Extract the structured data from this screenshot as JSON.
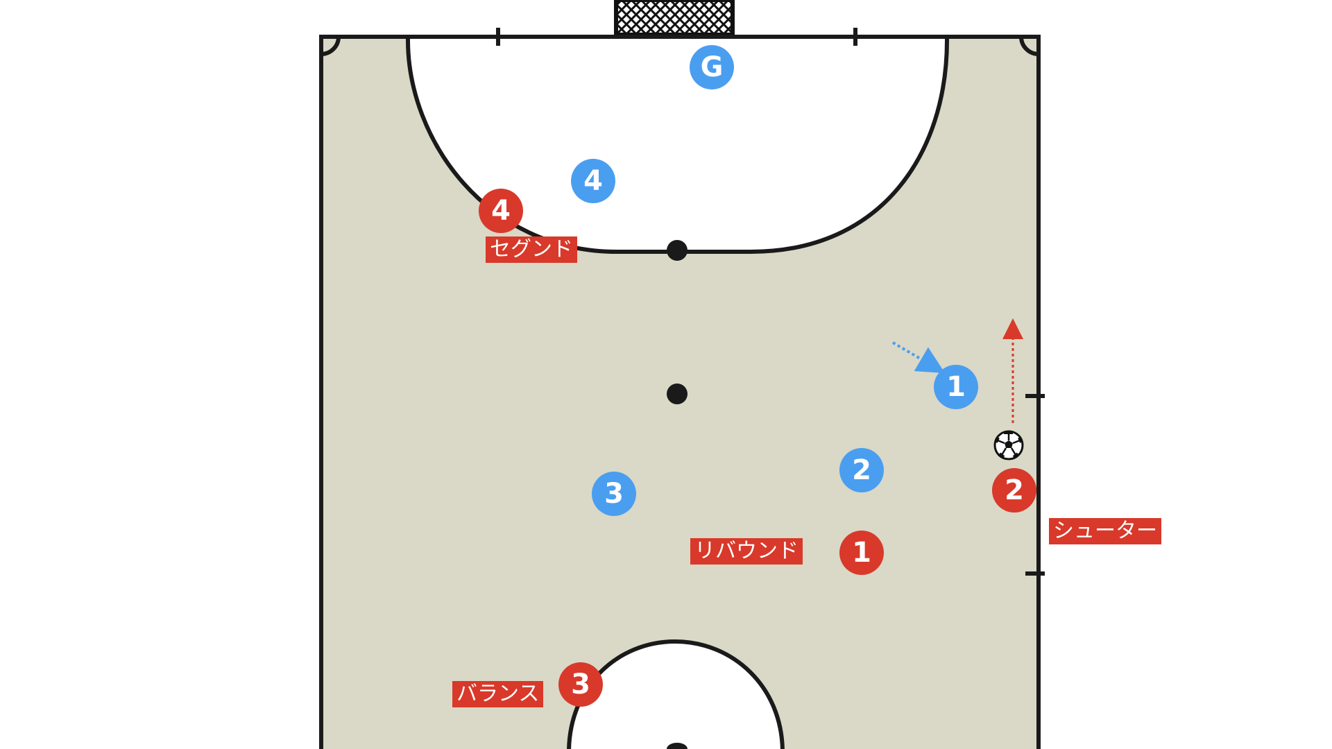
{
  "diagram": {
    "goalkeeper": {
      "label": "G"
    },
    "blue_team": [
      {
        "number": "1"
      },
      {
        "number": "2"
      },
      {
        "number": "3"
      },
      {
        "number": "4"
      }
    ],
    "red_team": [
      {
        "number": "1",
        "role": "リバウンド"
      },
      {
        "number": "2",
        "role": "シューター"
      },
      {
        "number": "3",
        "role": "バランス"
      },
      {
        "number": "4",
        "role": "セグンド"
      }
    ],
    "colors": {
      "court_floor": "#dad8c7",
      "court_line": "#1a1a1a",
      "blue_player": "#4a9ef0",
      "red_player": "#d8392a"
    },
    "icons": [
      "goal-net-icon",
      "soccer-ball-icon",
      "arrow-icon"
    ]
  }
}
